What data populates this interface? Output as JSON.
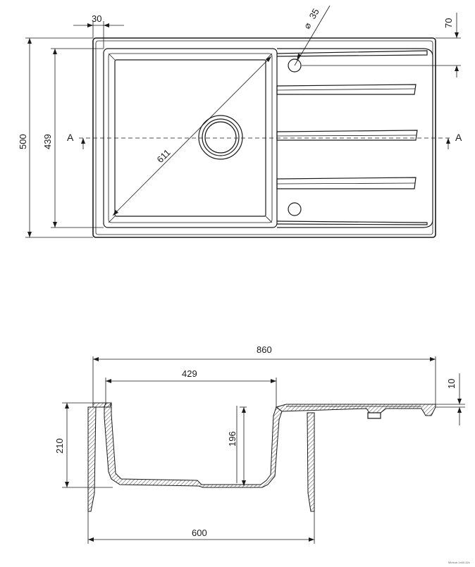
{
  "top_view": {
    "dimensions": {
      "rim_width": "30",
      "overall_depth": "500",
      "bowl_depth": "439",
      "bowl_diagonal": "611",
      "tap_hole_diameter": "35",
      "tap_hole_offset": "70"
    },
    "section_marker": "A",
    "diameter_symbol": "⌀"
  },
  "section_view": {
    "dimensions": {
      "overall_width": "860",
      "bowl_width": "429",
      "rim_thickness": "10",
      "cabinet_height": "210",
      "bowl_height": "196",
      "cabinet_width": "600"
    }
  },
  "footer_text": "Mb/sub-1x60-62c"
}
